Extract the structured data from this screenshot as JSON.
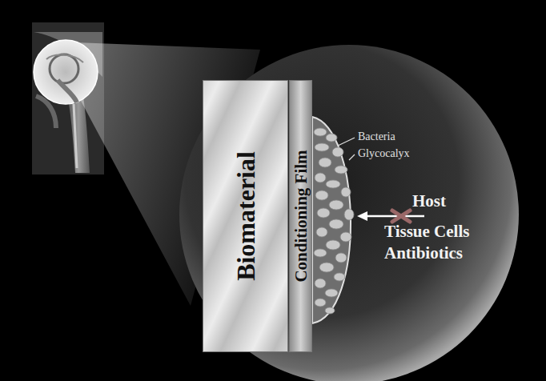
{
  "diagram": {
    "nodes": [
      {
        "text": [
          "Biomaterial"
        ]
      },
      {
        "text": [
          "Conditioning Film"
        ]
      }
    ],
    "labels": [
      "Bacteria",
      "Glycocalyx",
      "Host",
      "Tissue Cells",
      "Antibiotics"
    ]
  }
}
